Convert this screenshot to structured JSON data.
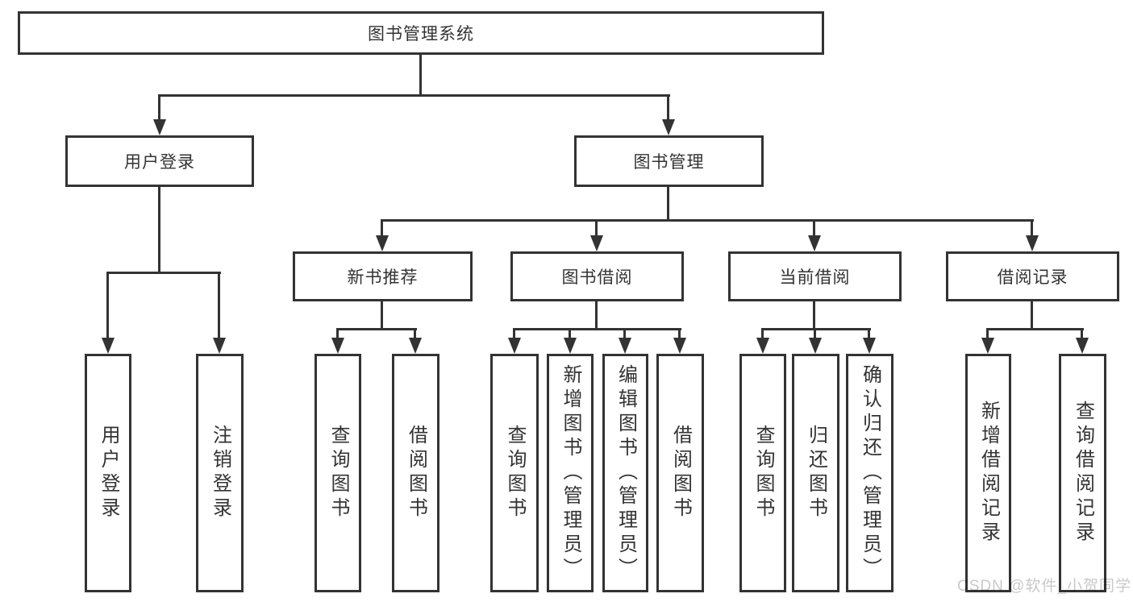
{
  "diagram": {
    "root": {
      "label": "图书管理系统"
    },
    "level2": [
      {
        "label": "用户登录"
      },
      {
        "label": "图书管理"
      }
    ],
    "level3": [
      {
        "label": "新书推荐"
      },
      {
        "label": "图书借阅"
      },
      {
        "label": "当前借阅"
      },
      {
        "label": "借阅记录"
      }
    ],
    "leaves": {
      "user_login": [
        {
          "label": "用户登录"
        },
        {
          "label": "注销登录"
        }
      ],
      "new_book": [
        {
          "label": "查询图书"
        },
        {
          "label": "借阅图书"
        }
      ],
      "book_borrow": [
        {
          "label": "查询图书"
        },
        {
          "label": "新增图书（管理员）"
        },
        {
          "label": "编辑图书（管理员）"
        },
        {
          "label": "借阅图书"
        }
      ],
      "current_borrow": [
        {
          "label": "查询图书"
        },
        {
          "label": "归还图书"
        },
        {
          "label": "确认归还（管理员）"
        }
      ],
      "borrow_record": [
        {
          "label": "新增借阅记录"
        },
        {
          "label": "查询借阅记录"
        }
      ]
    }
  },
  "watermark": {
    "text": "CSDN @软件_小贺同学"
  },
  "colors": {
    "line": "#333333",
    "text": "#333333",
    "box_background": "#ffffff",
    "watermark": "#c9c9c9",
    "background": "#ffffff"
  }
}
